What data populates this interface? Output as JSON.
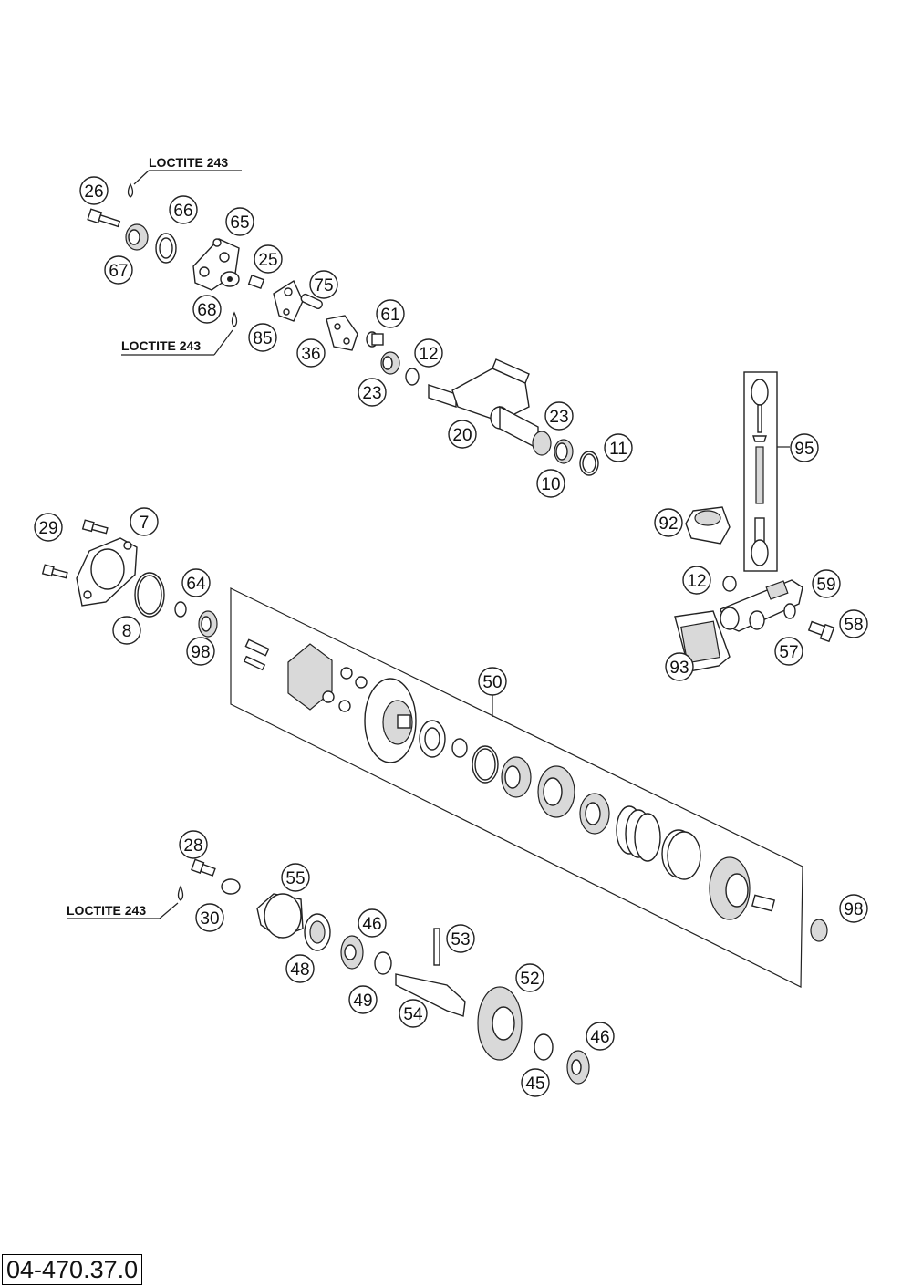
{
  "diagram_number": "04-470.37.0",
  "loctite_label": "LOCTITE 243",
  "callouts": [
    "26",
    "66",
    "65",
    "67",
    "25",
    "68",
    "75",
    "85",
    "61",
    "36",
    "12",
    "23",
    "20",
    "23",
    "11",
    "10",
    "95",
    "92",
    "29",
    "7",
    "64",
    "12",
    "59",
    "8",
    "98",
    "58",
    "57",
    "93",
    "50",
    "28",
    "55",
    "98",
    "30",
    "46",
    "53",
    "48",
    "52",
    "49",
    "54",
    "46",
    "45"
  ]
}
